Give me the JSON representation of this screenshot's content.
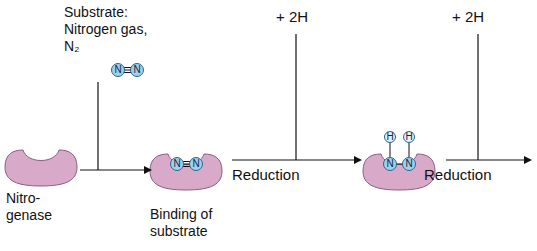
{
  "diagram": {
    "nodes": [
      {
        "text": [
          "N"
        ]
      },
      {
        "text": [
          "N"
        ]
      },
      {
        "text": [
          "N"
        ]
      },
      {
        "text": [
          "N"
        ]
      },
      {
        "text": [
          "H"
        ]
      },
      {
        "text": [
          "H"
        ]
      },
      {
        "text": [
          "N"
        ]
      },
      {
        "text": [
          "N"
        ]
      }
    ],
    "edges": [
      {
        "from": 0,
        "to": 1,
        "arrow": "none"
      },
      {
        "from": 2,
        "to": 3,
        "arrow": "none"
      },
      {
        "from": 4,
        "to": 6,
        "arrow": "none"
      },
      {
        "from": 5,
        "to": 7,
        "arrow": "none"
      },
      {
        "from": 6,
        "to": 7,
        "arrow": "none"
      }
    ],
    "labels": [
      "Substrate: Nitrogen gas, N₂",
      "+ 2H",
      "+ 2H",
      "Nitro- genase",
      "Binding of substrate",
      "Reduction",
      "Reduction"
    ]
  }
}
